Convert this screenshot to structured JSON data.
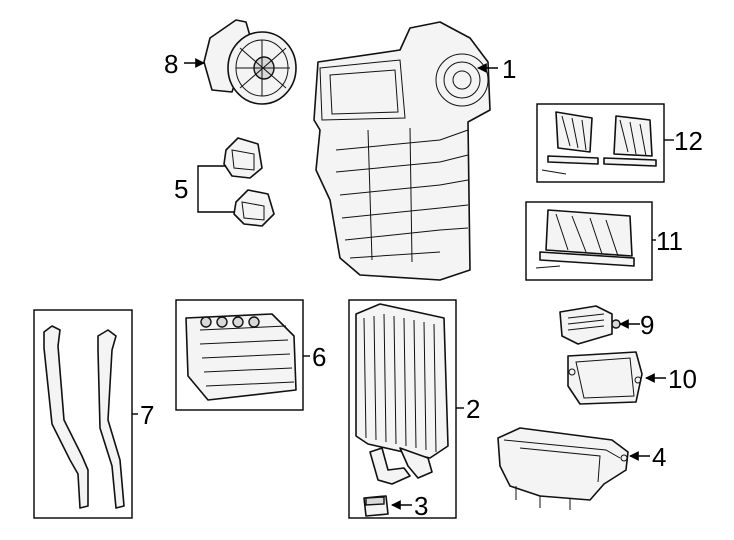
{
  "callouts": [
    {
      "id": "1",
      "text": "1"
    },
    {
      "id": "2",
      "text": "2"
    },
    {
      "id": "3",
      "text": "3"
    },
    {
      "id": "4",
      "text": "4"
    },
    {
      "id": "5",
      "text": "5"
    },
    {
      "id": "6",
      "text": "6"
    },
    {
      "id": "7",
      "text": "7"
    },
    {
      "id": "8",
      "text": "8"
    },
    {
      "id": "9",
      "text": "9"
    },
    {
      "id": "10",
      "text": "10"
    },
    {
      "id": "11",
      "text": "11"
    },
    {
      "id": "12",
      "text": "12"
    }
  ],
  "colors": {
    "line": "#000000",
    "background": "#ffffff",
    "part_fill": "#f4f4f4"
  }
}
